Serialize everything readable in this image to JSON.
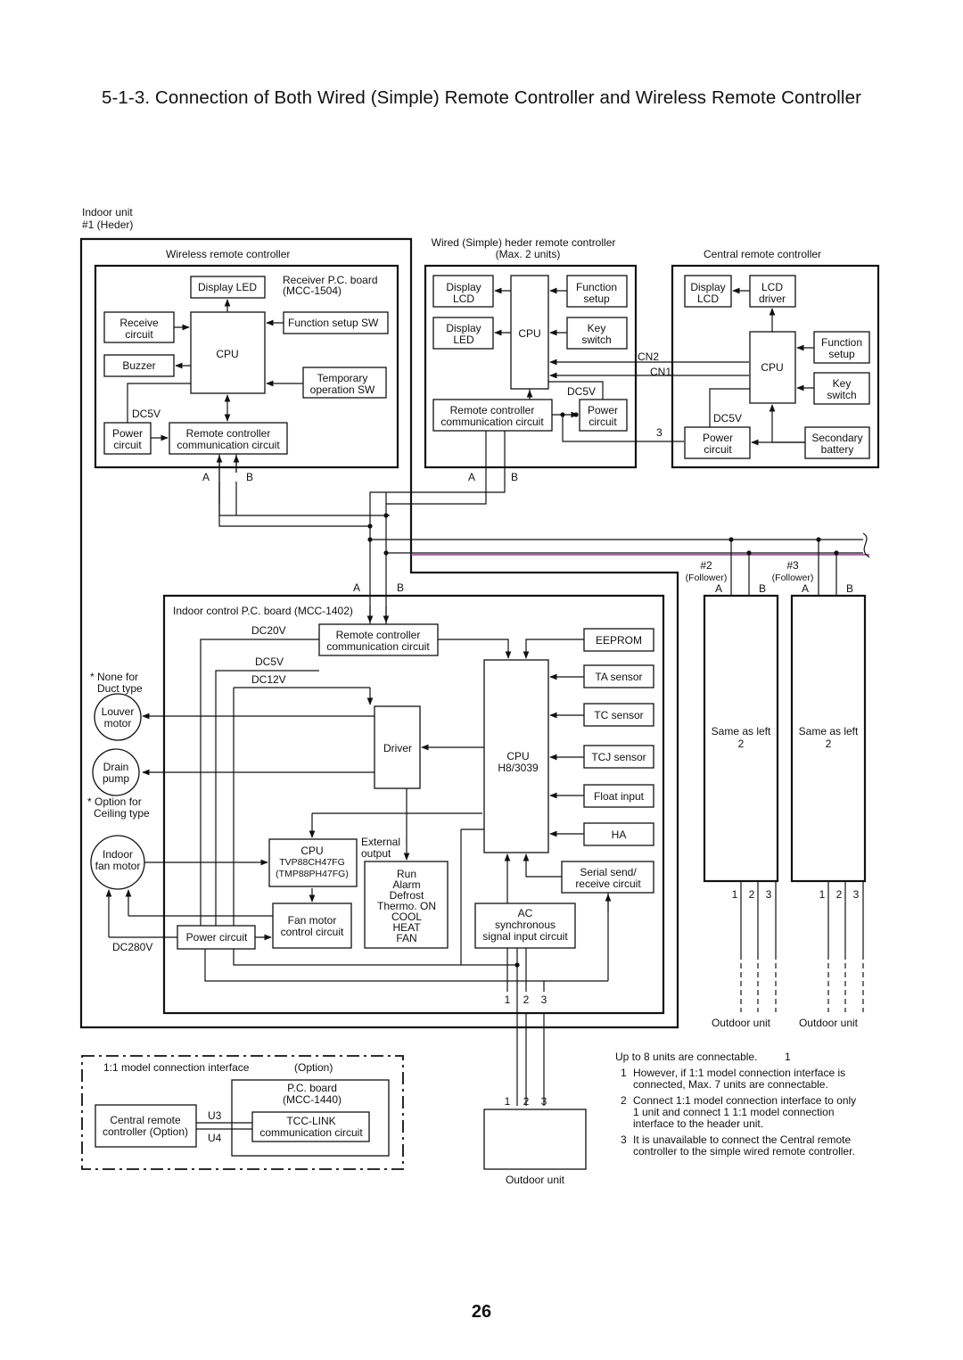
{
  "title": "5-1-3. Connection of Both Wired (Simple) Remote Controller and Wireless Remote Controller",
  "page_number": "26",
  "indoor_unit": {
    "line1": "Indoor unit",
    "line2": "#1 (Heder)"
  },
  "wireless": {
    "title": "Wireless remote controller",
    "display_led": "Display LED",
    "receiver_board_1": "Receiver P.C. board",
    "receiver_board_2": "(MCC-1504)",
    "receive_circuit_1": "Receive",
    "receive_circuit_2": "circuit",
    "cpu": "CPU",
    "function_setup_sw": "Function setup SW",
    "buzzer": "Buzzer",
    "temp_op_1": "Temporary",
    "temp_op_2": "operation SW",
    "dc5v": "DC5V",
    "power_1": "Power",
    "power_2": "circuit",
    "rc_comm_1": "Remote controller",
    "rc_comm_2": "communication circuit",
    "a": "A",
    "b": "B"
  },
  "wired": {
    "title_1": "Wired (Simple) heder remote controller",
    "title_2": "(Max. 2 units)",
    "display_lcd_1": "Display",
    "display_lcd_2": "LCD",
    "function_1": "Function",
    "function_2": "setup",
    "display_led_1": "Display",
    "display_led_2": "LED",
    "cpu": "CPU",
    "key_1": "Key",
    "key_2": "switch",
    "dc5v": "DC5V",
    "rc_comm_1": "Remote controller",
    "rc_comm_2": "communication circuit",
    "power_1": "Power",
    "power_2": "circuit",
    "a": "A",
    "b": "B",
    "cn2": "CN2",
    "cn1": "CN1",
    "num3": "3"
  },
  "central": {
    "title": "Central remote controller",
    "display_1": "Display",
    "display_2": "LCD",
    "lcd_1": "LCD",
    "lcd_2": "driver",
    "function_1": "Function",
    "function_2": "setup",
    "cpu": "CPU",
    "key_1": "Key",
    "key_2": "switch",
    "dc5v": "DC5V",
    "power_1": "Power",
    "power_2": "circuit",
    "battery_1": "Secondary",
    "battery_2": "battery"
  },
  "followers": {
    "u2_num": "#2",
    "u2_role": "(Follower)",
    "u3_num": "#3",
    "u3_role": "(Follower)",
    "a": "A",
    "b": "B",
    "same_1": "Same as left",
    "same_2": "2",
    "t1": "1",
    "t2": "2",
    "t3": "3",
    "outdoor": "Outdoor unit"
  },
  "board": {
    "a": "A",
    "b": "B",
    "title": "Indoor control P.C. board (MCC-1402)",
    "dc20v": "DC20V",
    "dc5v": "DC5V",
    "dc12v": "DC12V",
    "dc280v": "DC280V",
    "rc_comm_1": "Remote controller",
    "rc_comm_2": "communication circuit",
    "eeprom": "EEPROM",
    "ta": "TA sensor",
    "tc": "TC sensor",
    "tcj": "TCJ sensor",
    "float": "Float input",
    "ha": "HA",
    "driver": "Driver",
    "cpu_1": "CPU",
    "cpu_2": "H8/3039",
    "sub_cpu_1": "CPU",
    "sub_cpu_2": "TVP88CH47FG",
    "sub_cpu_3": "(TMP88PH47FG)",
    "ext_1": "External",
    "ext_2": "output",
    "outputs": [
      "Run",
      "Alarm",
      "Defrost",
      "Thermo. ON",
      "COOL",
      "HEAT",
      "FAN"
    ],
    "serial_1": "Serial send/",
    "serial_2": "receive circuit",
    "fan_ctrl_1": "Fan motor",
    "fan_ctrl_2": "control circuit",
    "power_circuit": "Power circuit",
    "ac_1": "AC",
    "ac_2": "synchronous",
    "ac_3": "signal input circuit",
    "t1": "1",
    "t2": "2",
    "t3": "3"
  },
  "left": {
    "none_1": "* None for",
    "none_2": "Duct type",
    "louver_1": "Louver",
    "louver_2": "motor",
    "drain_1": "Drain",
    "drain_2": "pump",
    "opt_1": "* Option for",
    "opt_2": "Ceiling type",
    "fan_1": "Indoor",
    "fan_2": "fan motor"
  },
  "interface": {
    "title": "1:1 model  connection interface",
    "option": "(Option)",
    "pc_1": "P.C. board",
    "pc_2": "(MCC-1440)",
    "central_1": "Central remote",
    "central_2": "controller (Option)",
    "u3": "U3",
    "u4": "U4",
    "tcc_1": "TCC-LINK",
    "tcc_2": "communication circuit"
  },
  "outdoor_main": {
    "t1": "1",
    "t2": "2",
    "t3": "3",
    "label": "Outdoor unit"
  },
  "notes": {
    "header": "Up to 8 units are connectable.",
    "header_ref": "1",
    "items": [
      {
        "n": "1",
        "lines": [
          "However, if  1:1 model connection interface  is",
          "connected, Max. 7 units are connectable."
        ]
      },
      {
        "n": "2",
        "lines": [
          "Connect  1:1 model connection interface  to only",
          "1 unit and connect 1  1:1 model connection",
          "interface  to the header unit."
        ]
      },
      {
        "n": "3",
        "lines": [
          "It is unavailable to connect the Central remote",
          "controller to the simple wired remote controller."
        ]
      }
    ]
  }
}
